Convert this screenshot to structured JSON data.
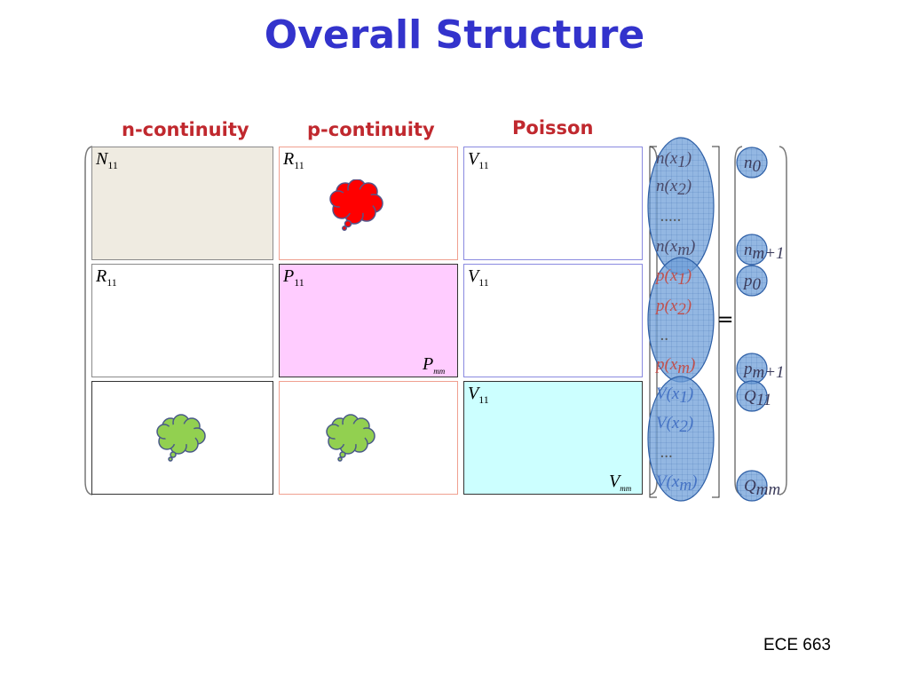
{
  "title": "Overall Structure",
  "column_headers": [
    "n-continuity",
    "p-continuity",
    "Poisson"
  ],
  "blocks": {
    "r1c1": "N",
    "r1c1_sub": "11",
    "r1c2": "R",
    "r1c2_sub": "11",
    "r1c3": "V",
    "r1c3_sub": "11",
    "r2c1": "R",
    "r2c1_sub": "11",
    "r2c2": "P",
    "r2c2_sub": "11",
    "r2c2_corner": "P",
    "r2c2_corner_sub": "mm",
    "r2c3": "V",
    "r2c3_sub": "11",
    "r3c3": "V",
    "r3c3_sub": "11",
    "r3c3_corner": "V",
    "r3c3_corner_sub": "mm"
  },
  "unknowns": [
    {
      "f": "n",
      "x": "x",
      "i": "1"
    },
    {
      "f": "n",
      "x": "x",
      "i": "2"
    },
    {
      "f": "dots",
      "text": "....."
    },
    {
      "f": "n",
      "x": "x",
      "i": "m"
    },
    {
      "f": "p",
      "x": "x",
      "i": "1"
    },
    {
      "f": "p",
      "x": "x",
      "i": "2"
    },
    {
      "f": "dots",
      "text": ".."
    },
    {
      "f": "p",
      "x": "x",
      "i": "m"
    },
    {
      "f": "V",
      "x": "x",
      "i": "1"
    },
    {
      "f": "V",
      "x": "x",
      "i": "2"
    },
    {
      "f": "dots",
      "text": "..."
    },
    {
      "f": "V",
      "x": "x",
      "i": "m"
    }
  ],
  "equals": "=",
  "rhs": [
    {
      "s": "n",
      "sub": "0"
    },
    {
      "s": "n",
      "sub": "m+1"
    },
    {
      "s": "p",
      "sub": "0"
    },
    {
      "s": "p",
      "sub": "m+1"
    },
    {
      "s": "Q",
      "sub": "11"
    },
    {
      "s": "Q",
      "sub": "mm"
    }
  ],
  "footer": "ECE 663",
  "colors": {
    "title": "#3333cc",
    "header": "#c0282e",
    "n_block_fill": "#efebe1",
    "p_block_fill": "#ffccff",
    "poisson_block_fill": "#ccffff",
    "red_cloud": "#ff0000",
    "green_cloud": "#92d050",
    "ellipse_fill": "#6f9fd8",
    "ellipse_stroke": "#2e5fa6",
    "p_text": "#c0504d",
    "v_text": "#4472c4"
  }
}
